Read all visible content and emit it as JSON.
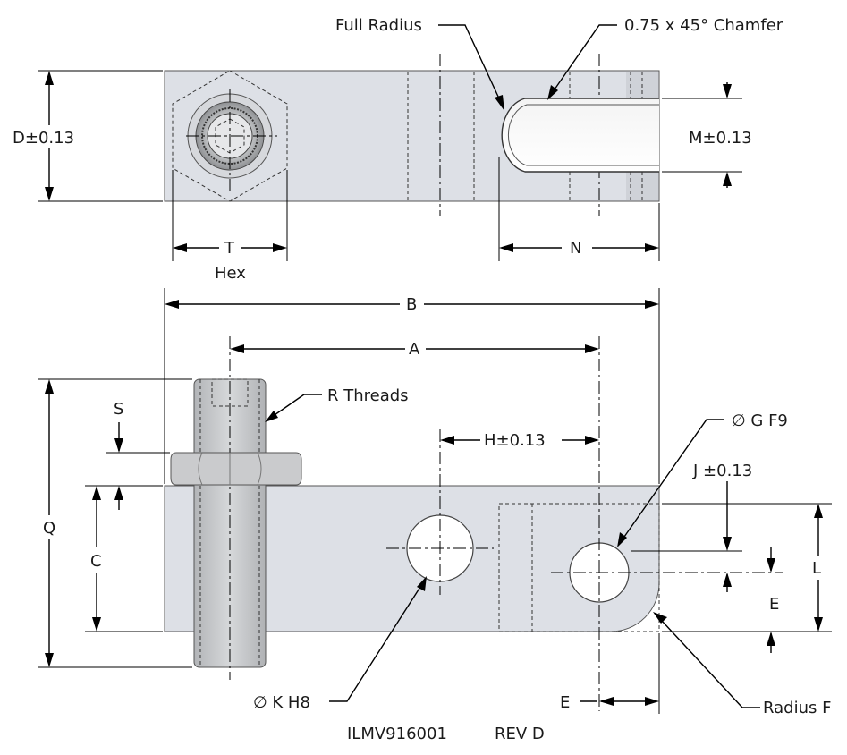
{
  "labels": {
    "full_radius": "Full Radius",
    "chamfer": "0.75 x 45° Chamfer",
    "d": "D±0.13",
    "m": "M±0.13",
    "t": "T",
    "hex": "Hex",
    "n": "N",
    "b": "B",
    "a": "A",
    "r_threads": "R Threads",
    "s": "S",
    "h": "H±0.13",
    "g": "∅ G F9",
    "j": "J ±0.13",
    "q": "Q",
    "c": "C",
    "l": "L",
    "e_right": "E",
    "k": "∅ K H8",
    "e_bottom": "E",
    "radius_f": "Radius F",
    "part_number": "ILMV916001",
    "rev": "REV D"
  },
  "colors": {
    "body_fill": "#dde0e6",
    "body_stroke": "#555555",
    "stud_fill": "#c4c6c9",
    "nut_fill": "#cacbcd",
    "line": "#000000"
  }
}
